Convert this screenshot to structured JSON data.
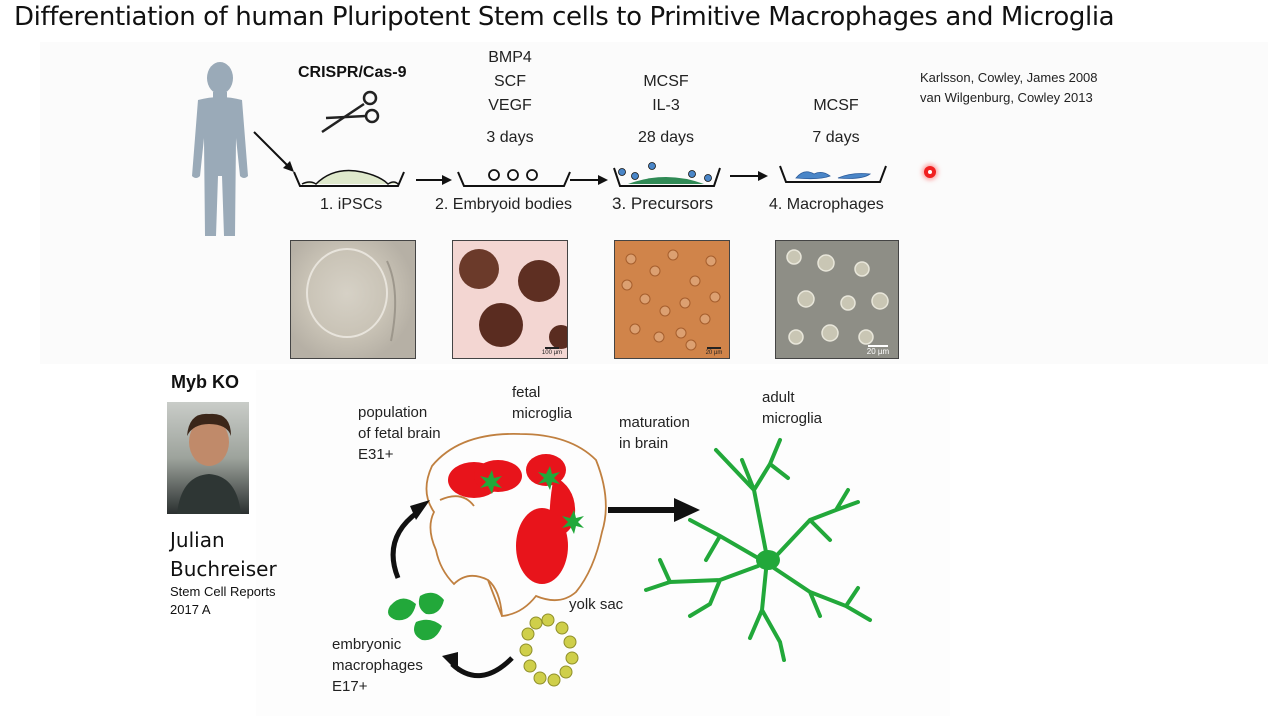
{
  "title": "Differentiation of human Pluripotent Stem cells to Primitive Macrophages and Microglia",
  "references": [
    "Karlsson, Cowley, James 2008",
    "van Wilgenburg, Cowley 2013"
  ],
  "protocol": {
    "crispr_label": "CRISPR/Cas-9",
    "conditions": {
      "eb": [
        "BMP4",
        "SCF",
        "VEGF",
        "3 days"
      ],
      "precursors": [
        "MCSF",
        "IL-3",
        "28 days"
      ],
      "macrophages": [
        "MCSF",
        "7 days"
      ]
    },
    "steps": [
      "1. iPSCs",
      "2. Embryoid bodies",
      "3.  Precursors",
      "4. Macrophages"
    ],
    "scale_bars": [
      "100 µm",
      "20 µm",
      "20 µm"
    ]
  },
  "author": {
    "heading": "Myb KO",
    "name_line1": "Julian",
    "name_line2": "Buchreiser",
    "journal_line1": "Stem Cell Reports",
    "journal_line2": "2017 A"
  },
  "diagram_labels": {
    "population": [
      "population",
      "of fetal brain",
      "E31+"
    ],
    "fetal_microglia": [
      "fetal",
      "microglia"
    ],
    "maturation": [
      "maturation",
      "in brain"
    ],
    "adult_microglia": [
      "adult",
      "microglia"
    ],
    "yolk_sac": "yolk sac",
    "embryonic": [
      "embryonic",
      "macrophages",
      "E17+"
    ]
  },
  "colors": {
    "microglia_green": "#22a83a",
    "brain_red": "#e8141b",
    "macrophage_blue": "#4a86c8",
    "yolk_sac_yellow": "#cfcf4a"
  },
  "icons": [
    "person-silhouette-icon",
    "scissors-icon",
    "laser-pointer-icon"
  ]
}
